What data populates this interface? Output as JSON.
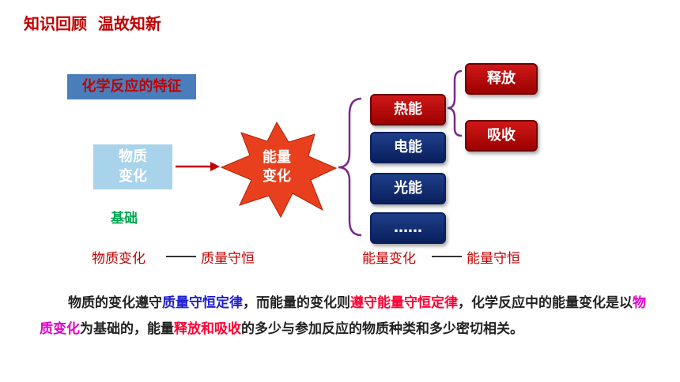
{
  "header": {
    "title": "知识回顾  温故知新"
  },
  "diagram": {
    "feature_label": "化学反应的特征",
    "matter_change": [
      "物质",
      "变化"
    ],
    "basis_label": "基础",
    "energy_change": [
      "能量",
      "变化"
    ],
    "energy_forms": [
      "热能",
      "电能",
      "光能",
      "……"
    ],
    "heat_outcomes": [
      "释放",
      "吸收"
    ],
    "law_left": {
      "change": "物质变化",
      "conservation": "质量守恒"
    },
    "law_right": {
      "change": "能量变化",
      "conservation": "能量守恒"
    }
  },
  "paragraph": {
    "p1": "物质的变化遵守",
    "p2": "质量守恒定律",
    "p3": "，而能量的变化则",
    "p4": "遵守能量守恒定律",
    "p5": "，化学反应中的能量变化是以",
    "p6": "物质变化",
    "p7": "为基础的，能量",
    "p8": "释放和吸收",
    "p9": "的多少与参加反应的物质种类和多少密切相关。"
  },
  "colors": {
    "title": "#c00000",
    "feature_bg": "#4a7ebb",
    "matter_bg": "#a8d3ea",
    "star": "#e8401e",
    "bracket": "#7a2a8a"
  }
}
